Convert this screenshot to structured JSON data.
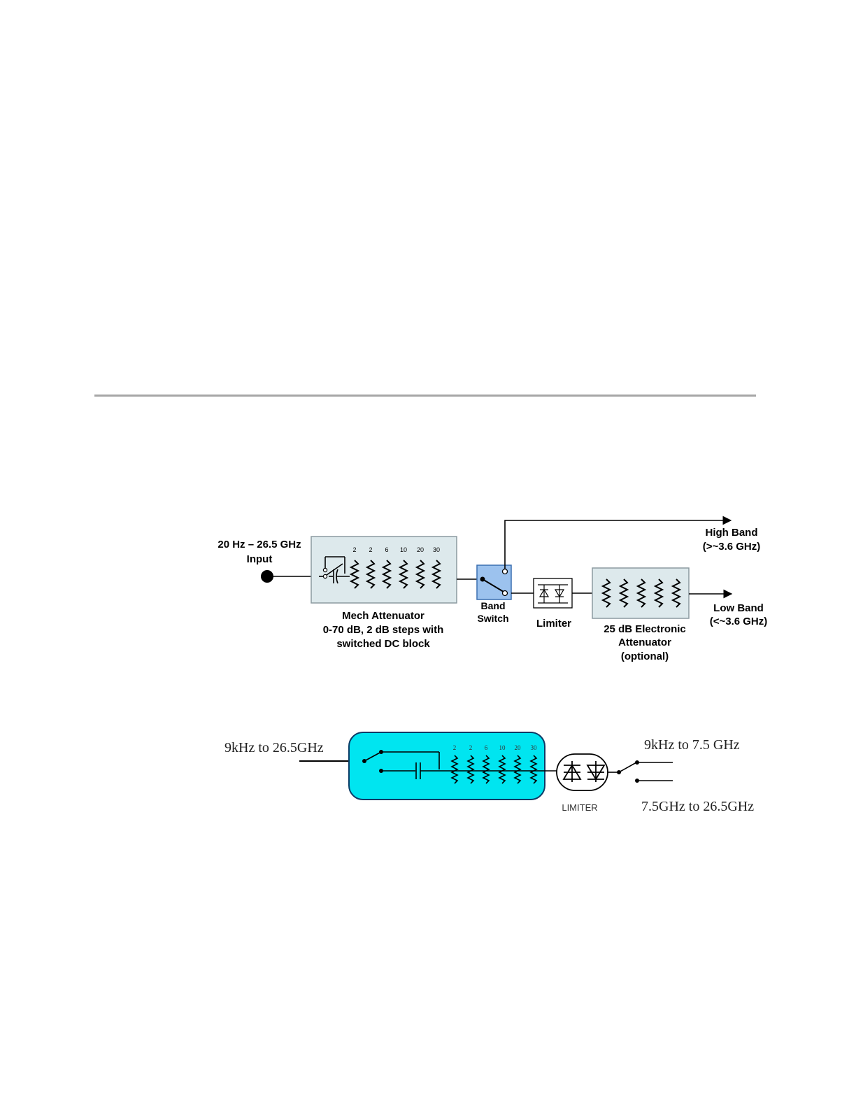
{
  "diagram1": {
    "input_label": [
      "20 Hz – 26.5 GHz",
      "Input"
    ],
    "mech_steps": [
      "2",
      "2",
      "6",
      "10",
      "20",
      "30"
    ],
    "mech_label": [
      "Mech Attenuator",
      "0-70 dB, 2 dB steps with",
      "switched DC block"
    ],
    "band_switch_label": [
      "Band",
      "Switch"
    ],
    "limiter_label": "Limiter",
    "elec_label": [
      "25 dB Electronic",
      "Attenuator",
      "(optional)"
    ],
    "high_band_label": [
      "High Band",
      "(>~3.6 GHz)"
    ],
    "low_band_label": [
      "Low Band",
      "(<~3.6 GHz)"
    ],
    "colors": {
      "box_fill": "#dde9ec",
      "box_stroke": "#8b9aa0",
      "switch_fill": "#9cc2ee",
      "switch_stroke": "#3a6fb0"
    }
  },
  "diagram2": {
    "input_label": "9kHz to 26.5GHz",
    "steps": [
      "2",
      "2",
      "6",
      "10",
      "20",
      "30"
    ],
    "limiter_label": "LIMITER",
    "out_top_label": "9kHz to 7.5 GHz",
    "out_bottom_label": "7.5GHz to 26.5GHz",
    "colors": {
      "atten_fill": "#00e5f0",
      "atten_stroke": "#0d3b66"
    }
  }
}
